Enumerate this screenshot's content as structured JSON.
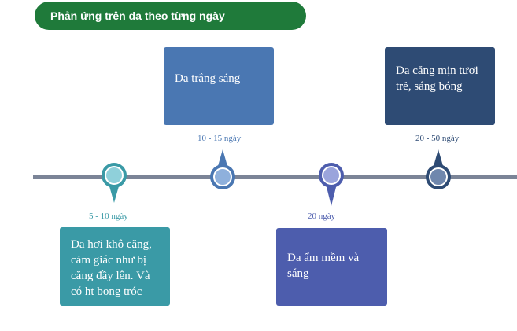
{
  "title": "Phản ứng trên da theo từng ngày",
  "milestones": [
    {
      "date": "5 - 10 ngày",
      "text": "Da hơi khô căng, cảm giác như bị căng đầy lên. Và có ht bong tróc",
      "color": "#3a9aa6"
    },
    {
      "date": "10 - 15 ngày",
      "text": "Da trắng sáng",
      "color": "#4a77b2"
    },
    {
      "date": "20 ngày",
      "text": "Da ẩm mềm và sáng",
      "color": "#4d5dad"
    },
    {
      "date": "20 - 50 ngày",
      "text": "Da căng mịn tươi trẻ, sáng bóng",
      "color": "#2e4b74"
    }
  ],
  "colors": {
    "title_bg": "#1f7a3a",
    "line": "#7b8497"
  }
}
